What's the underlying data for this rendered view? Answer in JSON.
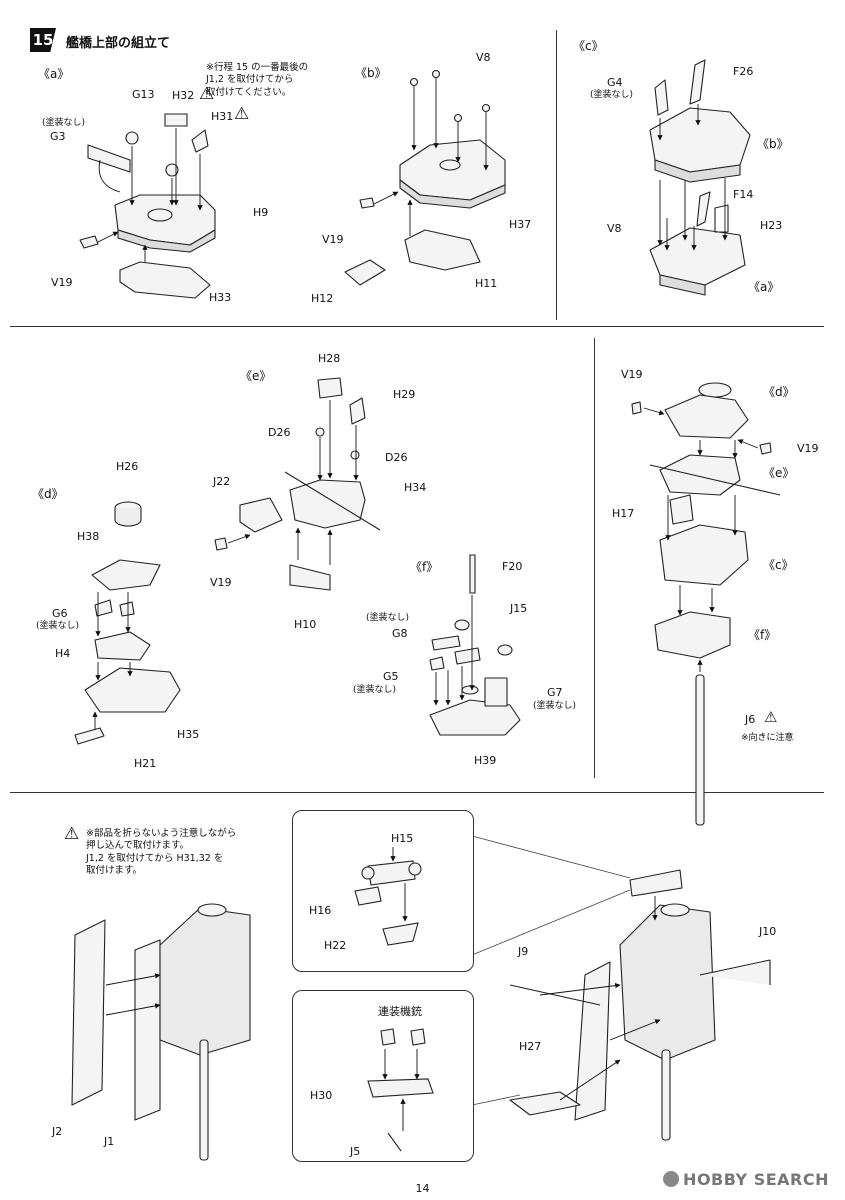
{
  "step": {
    "number": "15",
    "title": "艦橋上部の組立て"
  },
  "page_number": "14",
  "watermark": "HOBBY SEARCH",
  "common": {
    "no_paint": "(塗装なし)"
  },
  "panel_a": {
    "label": "《a》",
    "note": "※行程 15 の一番最後の\nJ1,2 を取付けてから\n取付けてください。",
    "parts": [
      "G13",
      "H32",
      "H31",
      "G3",
      "H9",
      "V19",
      "H33"
    ]
  },
  "panel_b": {
    "label": "《b》",
    "parts": [
      "V8",
      "V19",
      "H37",
      "H12",
      "H11"
    ]
  },
  "panel_c": {
    "label": "《c》",
    "sub_b": "《b》",
    "sub_a": "《a》",
    "parts": [
      "G4",
      "F26",
      "F14",
      "V8",
      "H23"
    ]
  },
  "panel_d": {
    "label": "《d》",
    "parts": [
      "H26",
      "H38",
      "G6",
      "H4",
      "H35",
      "H21"
    ]
  },
  "panel_e": {
    "label": "《e》",
    "parts": [
      "H28",
      "H29",
      "D26",
      "D26",
      "J22",
      "H34",
      "V19",
      "H10"
    ]
  },
  "panel_f": {
    "label": "《f》",
    "parts": [
      "F20",
      "J15",
      "G8",
      "G5",
      "G7",
      "H39"
    ]
  },
  "panel_assembly": {
    "labels": [
      "V19",
      "《d》",
      "V19",
      "《e》",
      "H17",
      "《c》",
      "《f》",
      "J6"
    ],
    "orient_note": "※向きに注意"
  },
  "bottom": {
    "warning": "※部品を折らないよう注意しながら\n押し込んで取付けます。\nJ1,2 を取付けてから H31,32 を\n取付けます。",
    "parts": [
      "J2",
      "J1",
      "J9",
      "J10",
      "H27"
    ],
    "inset1_parts": [
      "H15",
      "H16",
      "H22"
    ],
    "inset2_title": "連装機銃",
    "inset2_parts": [
      "H30",
      "J5"
    ]
  }
}
